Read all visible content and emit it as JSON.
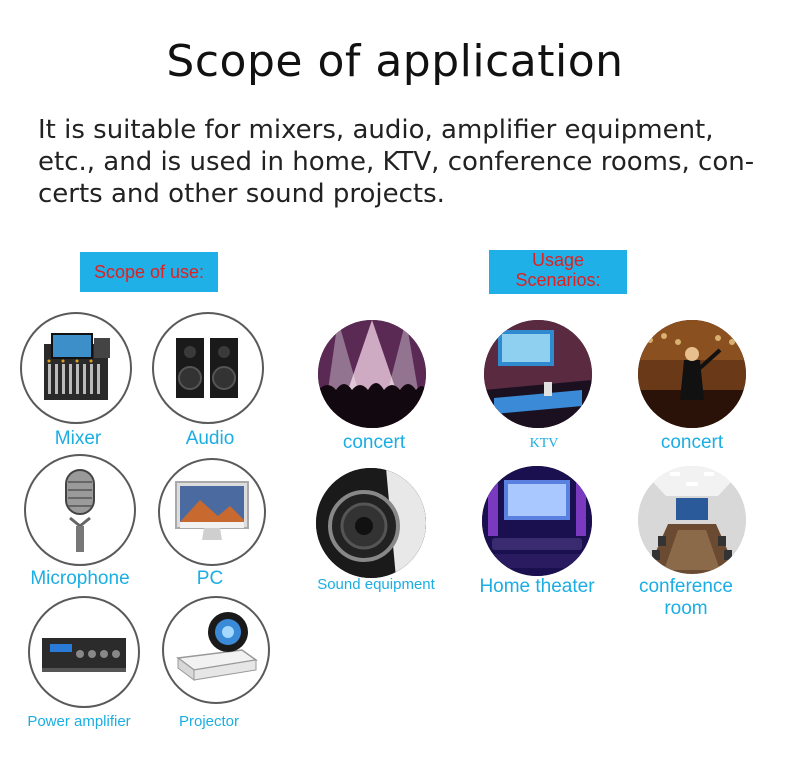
{
  "title": "Scope of application",
  "description": "It is suitable for mixers, audio, amplifier equipment, etc., and is used in home, KTV, conference rooms, con-certs and other sound projects.",
  "description_lines": [
    "It is suitable for mixers, audio, amplifier equipment,",
    "etc., and is used in home, KTV, conference rooms, con-",
    "certs and other sound projects."
  ],
  "scope_tag": "Scope of use:",
  "usage_tag_lines": [
    "Usage",
    "Scenarios:"
  ],
  "scope_items": [
    {
      "label": "Mixer",
      "icon": "mixer-icon"
    },
    {
      "label": "Audio",
      "icon": "speakers-icon"
    },
    {
      "label": "Microphone",
      "icon": "microphone-icon"
    },
    {
      "label": "PC",
      "icon": "desktop-pc-icon"
    },
    {
      "label": "Power amplifier",
      "icon": "power-amplifier-icon"
    },
    {
      "label": "Projector",
      "icon": "projector-icon"
    }
  ],
  "scenarios": [
    {
      "label": "concert",
      "icon": "concert-crowd-icon"
    },
    {
      "label": "KTV",
      "icon": "ktv-room-icon"
    },
    {
      "label": "concert",
      "icon": "orchestra-icon"
    },
    {
      "label": "Sound equipment",
      "icon": "speaker-driver-icon"
    },
    {
      "label": "Home theater",
      "icon": "home-theater-icon"
    },
    {
      "label": "conference room",
      "icon": "conference-room-icon"
    }
  ],
  "colors": {
    "tag_bg": "#1fb0e8",
    "tag_text": "#e02020",
    "label": "#1aaee3"
  }
}
